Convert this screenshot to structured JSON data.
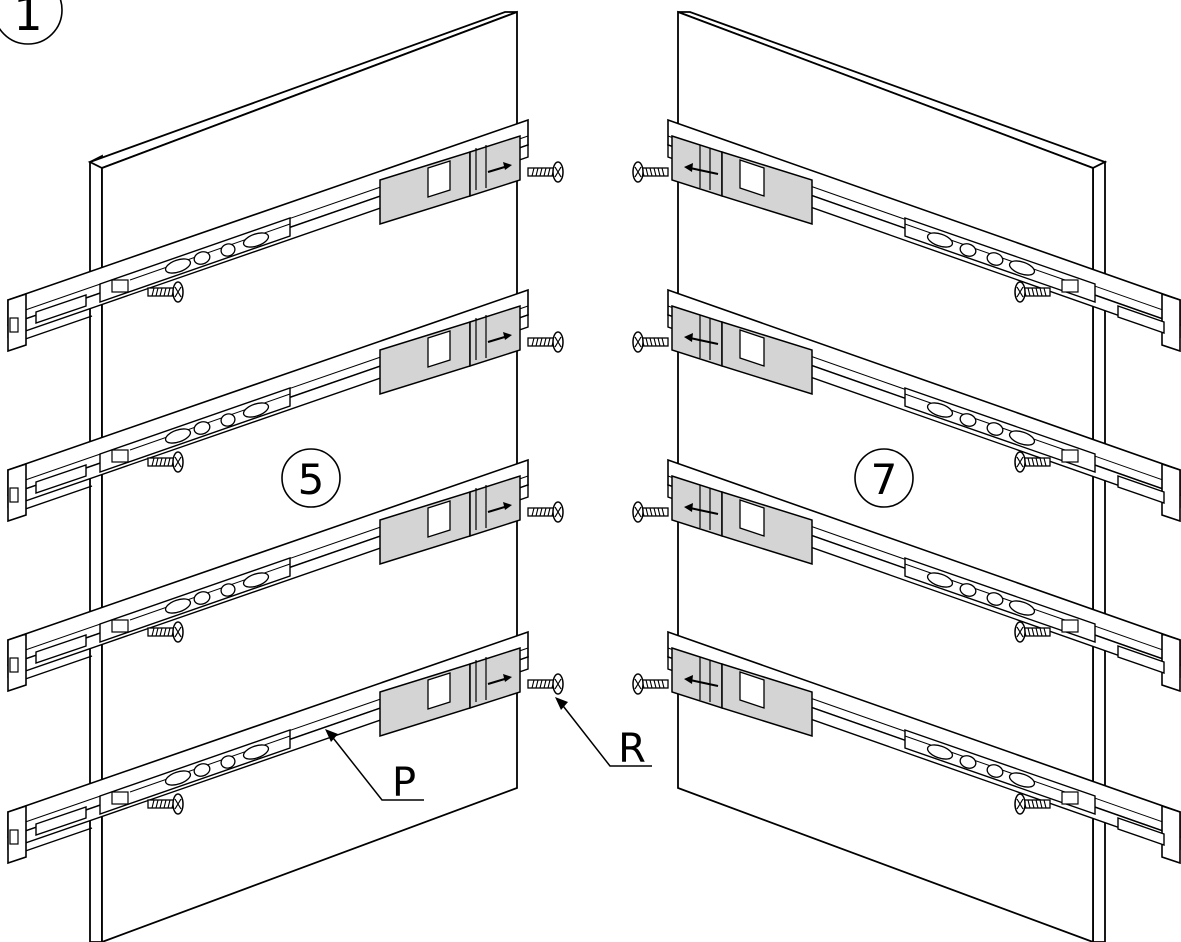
{
  "step_number": "1",
  "labels": {
    "left_panel_part": "5",
    "right_panel_part": "7",
    "rail_callout": "P",
    "screw_callout": "R"
  },
  "colors": {
    "line": "#000000",
    "panel_fill": "#ffffff",
    "bracket_fill": "#d4d4d4"
  },
  "icons": {
    "screw": "screw-icon",
    "arrow": "arrow-icon"
  }
}
